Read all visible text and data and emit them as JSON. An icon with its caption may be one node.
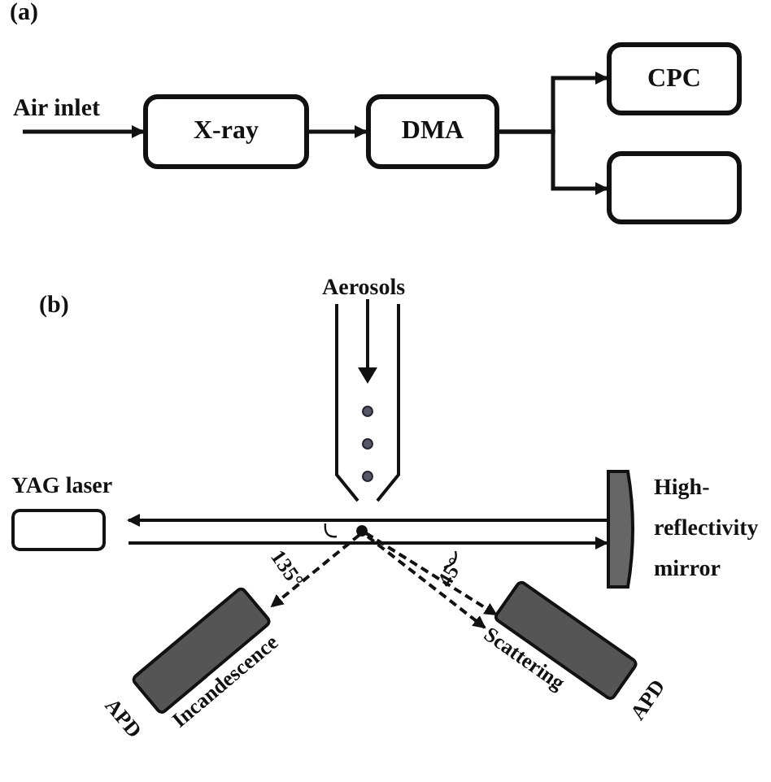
{
  "diagram": {
    "nodes": [
      {
        "text": [
          "Air inlet"
        ]
      },
      {
        "text": [
          "X-ray"
        ]
      },
      {
        "text": [
          "DMA"
        ]
      },
      {
        "text": [
          "CPC"
        ]
      },
      {
        "text": [],
        "shape": "box"
      },
      {
        "text": [
          "YAG laser"
        ]
      },
      {
        "text": [
          "High-reflectivity mirror"
        ]
      },
      {
        "text": [
          "APD",
          "Incandescence"
        ]
      },
      {
        "text": [
          "Scattering",
          "APD"
        ]
      },
      {
        "text": [],
        "shape": "circle"
      }
    ],
    "edges": [
      {
        "from": 0,
        "to": 1,
        "arrow": "to"
      },
      {
        "from": 1,
        "to": 2,
        "arrow": "to"
      },
      {
        "from": 2,
        "to": 3,
        "arrow": "to"
      },
      {
        "from": 2,
        "to": 4,
        "arrow": "to"
      },
      {
        "from": 6,
        "to": 5,
        "arrow": "to"
      },
      {
        "from": 5,
        "to": 6,
        "arrow": "to"
      },
      {
        "from": 9,
        "to": 7,
        "arrow": "to",
        "style": "dashed"
      },
      {
        "from": 9,
        "to": 8,
        "arrow": "to",
        "style": "dashed"
      },
      {
        "from": 9,
        "to": 8,
        "arrow": "to",
        "style": "dashed"
      }
    ],
    "labels": [
      "(a)",
      "(b)",
      "Aerosols",
      "135°",
      "45°"
    ]
  }
}
